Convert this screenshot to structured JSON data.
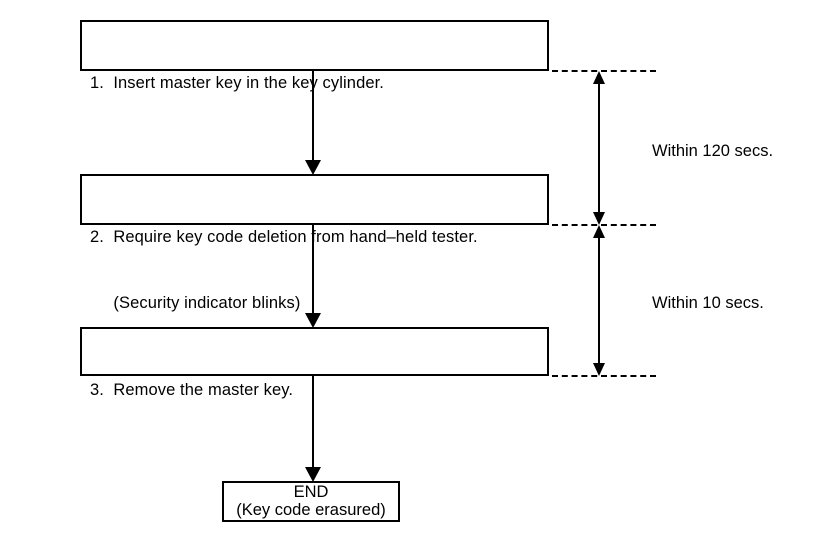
{
  "diagram": {
    "title": "Key code erasure procedure flowchart",
    "ink_color": "#000000",
    "background_color": "#ffffff",
    "steps": [
      {
        "id": "step-1",
        "number": "1.",
        "line_1": "1.  Insert master key in the key cylinder.",
        "line_2": ""
      },
      {
        "id": "step-2",
        "number": "2.",
        "line_1": "2.  Require key code deletion from hand–held tester.",
        "line_2": "     (Security indicator blinks)"
      },
      {
        "id": "step-3",
        "number": "3.",
        "line_1": "3.  Remove the master key.",
        "line_2": ""
      }
    ],
    "terminator": {
      "id": "end",
      "line_1": "END",
      "line_2": "(Key code erasured)"
    },
    "timings": [
      {
        "id": "within-120",
        "label": "Within 120 secs.",
        "from_step": "step-1",
        "to_step": "step-2",
        "value": 120,
        "unit": "secs"
      },
      {
        "id": "within-10",
        "label": "Within 10 secs.",
        "from_step": "step-2",
        "to_step": "step-3",
        "value": 10,
        "unit": "secs"
      }
    ]
  }
}
